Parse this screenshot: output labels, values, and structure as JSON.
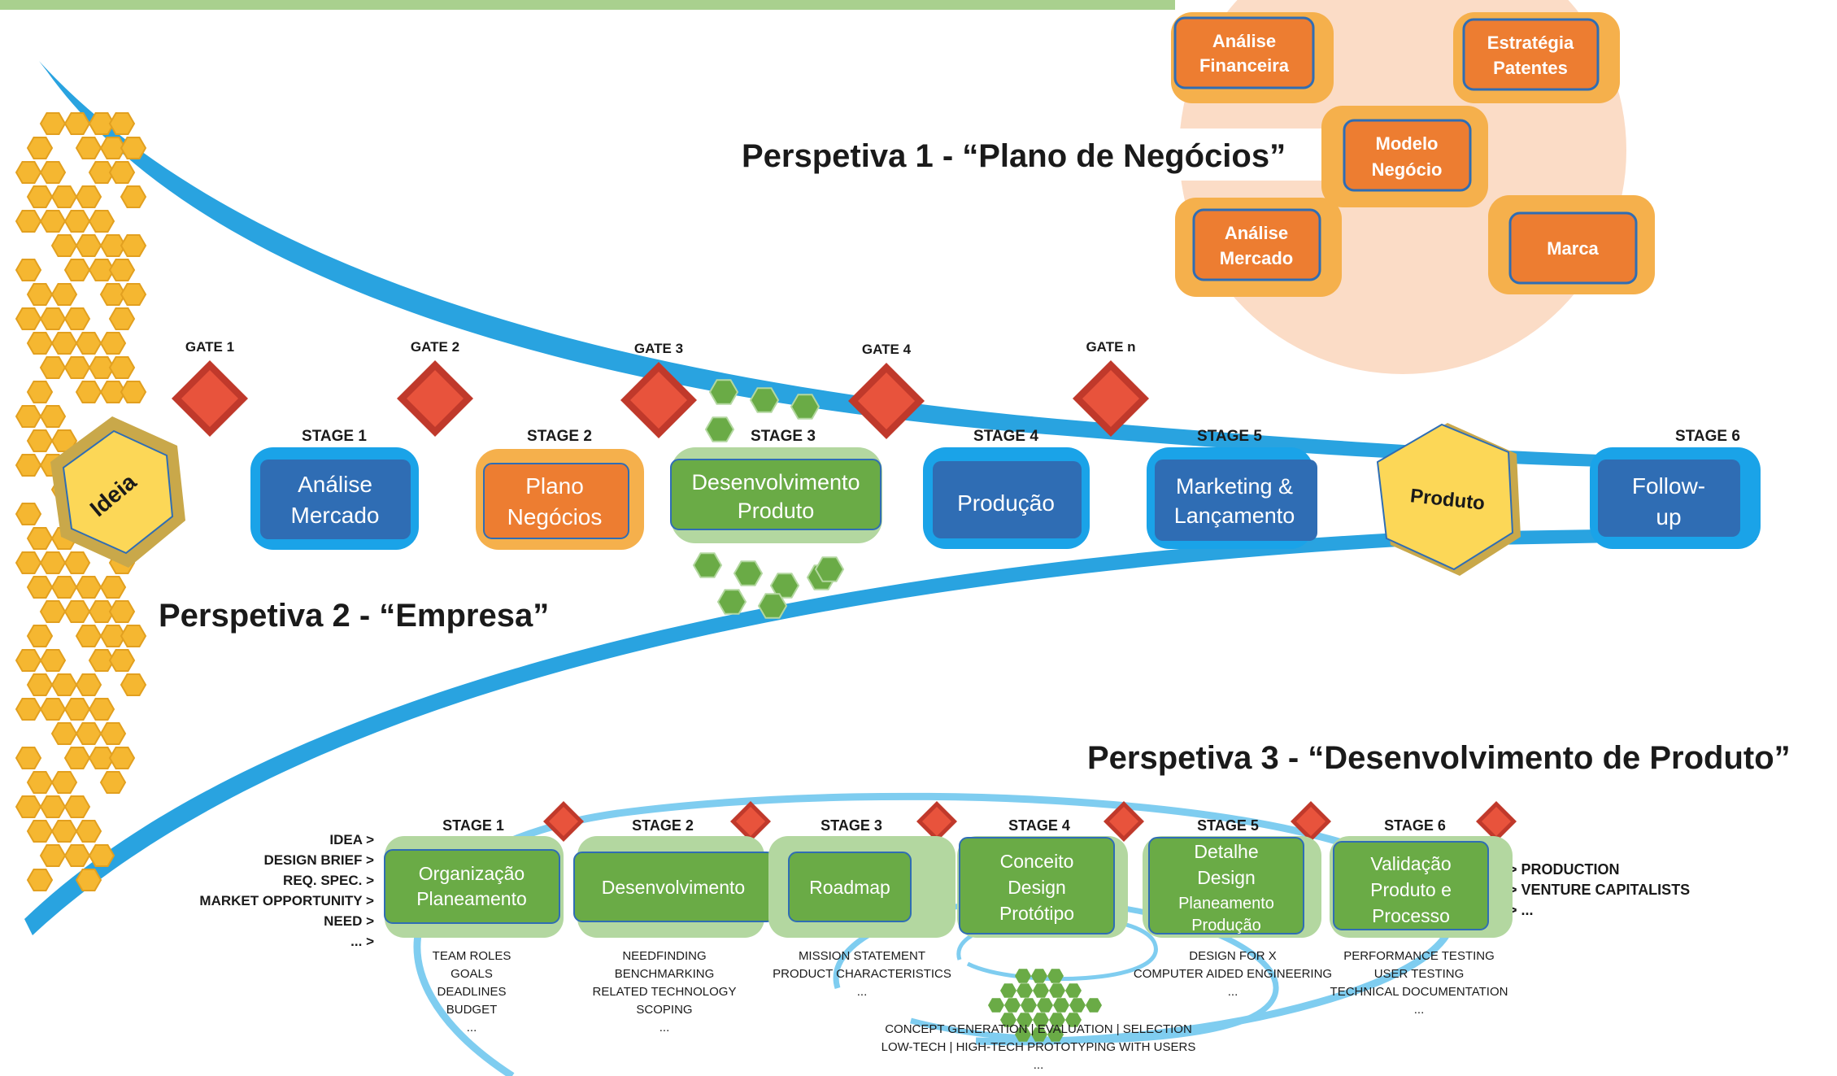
{
  "colors": {
    "green_bar": "#a9d08e",
    "funnel_blue": "#29a3e0",
    "light_blue": "#7fcdf0",
    "honey": "#f5b731",
    "honey_edge": "#e2a020",
    "idea_yellow": "#fcd757",
    "idea_frame": "#c9a84a",
    "gate_red": "#e8533c",
    "gate_dark": "#c0392b",
    "stage_blue": "#2f6db4",
    "stage_blue_halo": "#1aa3e8",
    "stage_orange": "#ed7d31",
    "stage_orange_halo": "#f5b04c",
    "stage_green": "#6aab46",
    "stage_green_halo": "#b3d7a0",
    "peach_circle": "#fbdcc6",
    "text_dark": "#1a1a1a"
  },
  "perspective1": {
    "title": "Perspetiva 1 - “Plano de Negócios”",
    "items": [
      {
        "line1": "Análise",
        "line2": "Financeira"
      },
      {
        "line1": "Estratégia",
        "line2": "Patentes"
      },
      {
        "line1": "Modelo",
        "line2": "Negócio"
      },
      {
        "line1": "Análise",
        "line2": "Mercado"
      },
      {
        "line1": "Marca",
        "line2": ""
      }
    ]
  },
  "perspective2": {
    "title": "Perspetiva 2 - “Empresa”",
    "idea_label": "Ideia",
    "product_label": "Produto",
    "gates": [
      "GATE 1",
      "GATE 2",
      "GATE 3",
      "GATE 4",
      "GATE n"
    ],
    "stages": [
      {
        "stage": "STAGE 1",
        "line1": "Análise",
        "line2": "Mercado",
        "color": "blue"
      },
      {
        "stage": "STAGE 2",
        "line1": "Plano",
        "line2": "Negócios",
        "color": "orange"
      },
      {
        "stage": "STAGE 3",
        "line1": "Desenvolvimento",
        "line2": "Produto",
        "color": "green"
      },
      {
        "stage": "STAGE 4",
        "line1": "Produção",
        "line2": "",
        "color": "blue"
      },
      {
        "stage": "STAGE 5",
        "line1": "Marketing &",
        "line2": "Lançamento",
        "color": "blue"
      },
      {
        "stage": "STAGE 6",
        "line1": "Follow-",
        "line2": "up",
        "color": "blue"
      }
    ]
  },
  "perspective3": {
    "title": "Perspetiva 3 - “Desenvolvimento de Produto”",
    "inputs": [
      "IDEA >",
      "DESIGN BRIEF >",
      "REQ. SPEC. >",
      "MARKET OPPORTUNITY >",
      "NEED >",
      "... >"
    ],
    "outputs": [
      "> PRODUCTION",
      "> VENTURE CAPITALISTS",
      "> ..."
    ],
    "stages": [
      {
        "stage": "STAGE 1",
        "lines": [
          "Organização",
          "Planeamento"
        ],
        "notes": [
          "TEAM ROLES",
          "GOALS",
          "DEADLINES",
          "BUDGET",
          "..."
        ]
      },
      {
        "stage": "STAGE 2",
        "lines": [
          "Desenvolvimento"
        ],
        "notes": [
          "NEEDFINDING",
          "BENCHMARKING",
          "RELATED TECHNOLOGY",
          "SCOPING",
          "..."
        ]
      },
      {
        "stage": "STAGE 3",
        "lines": [
          "Roadmap"
        ],
        "notes": [
          "MISSION STATEMENT",
          "PRODUCT CHARACTERISTICS",
          "..."
        ]
      },
      {
        "stage": "STAGE 4",
        "lines": [
          "Conceito",
          "Design",
          "Protótipo"
        ],
        "notes": []
      },
      {
        "stage": "STAGE 5",
        "lines": [
          "Detalhe",
          "Design",
          "Planeamento",
          "Produção"
        ],
        "notes": [
          "DESIGN FOR X",
          "COMPUTER AIDED ENGINEERING",
          "..."
        ]
      },
      {
        "stage": "STAGE 6",
        "lines": [
          "Validação",
          "Produto e",
          "Processo"
        ],
        "notes": [
          "PERFORMANCE TESTING",
          "USER TESTING",
          "TECHNICAL DOCUMENTATION",
          "..."
        ]
      }
    ],
    "footer_notes": [
      "CONCEPT GENERATION | EVALUATION | SELECTION",
      "LOW-TECH | HIGH-TECH PROTOTYPING WITH USERS",
      "..."
    ]
  }
}
